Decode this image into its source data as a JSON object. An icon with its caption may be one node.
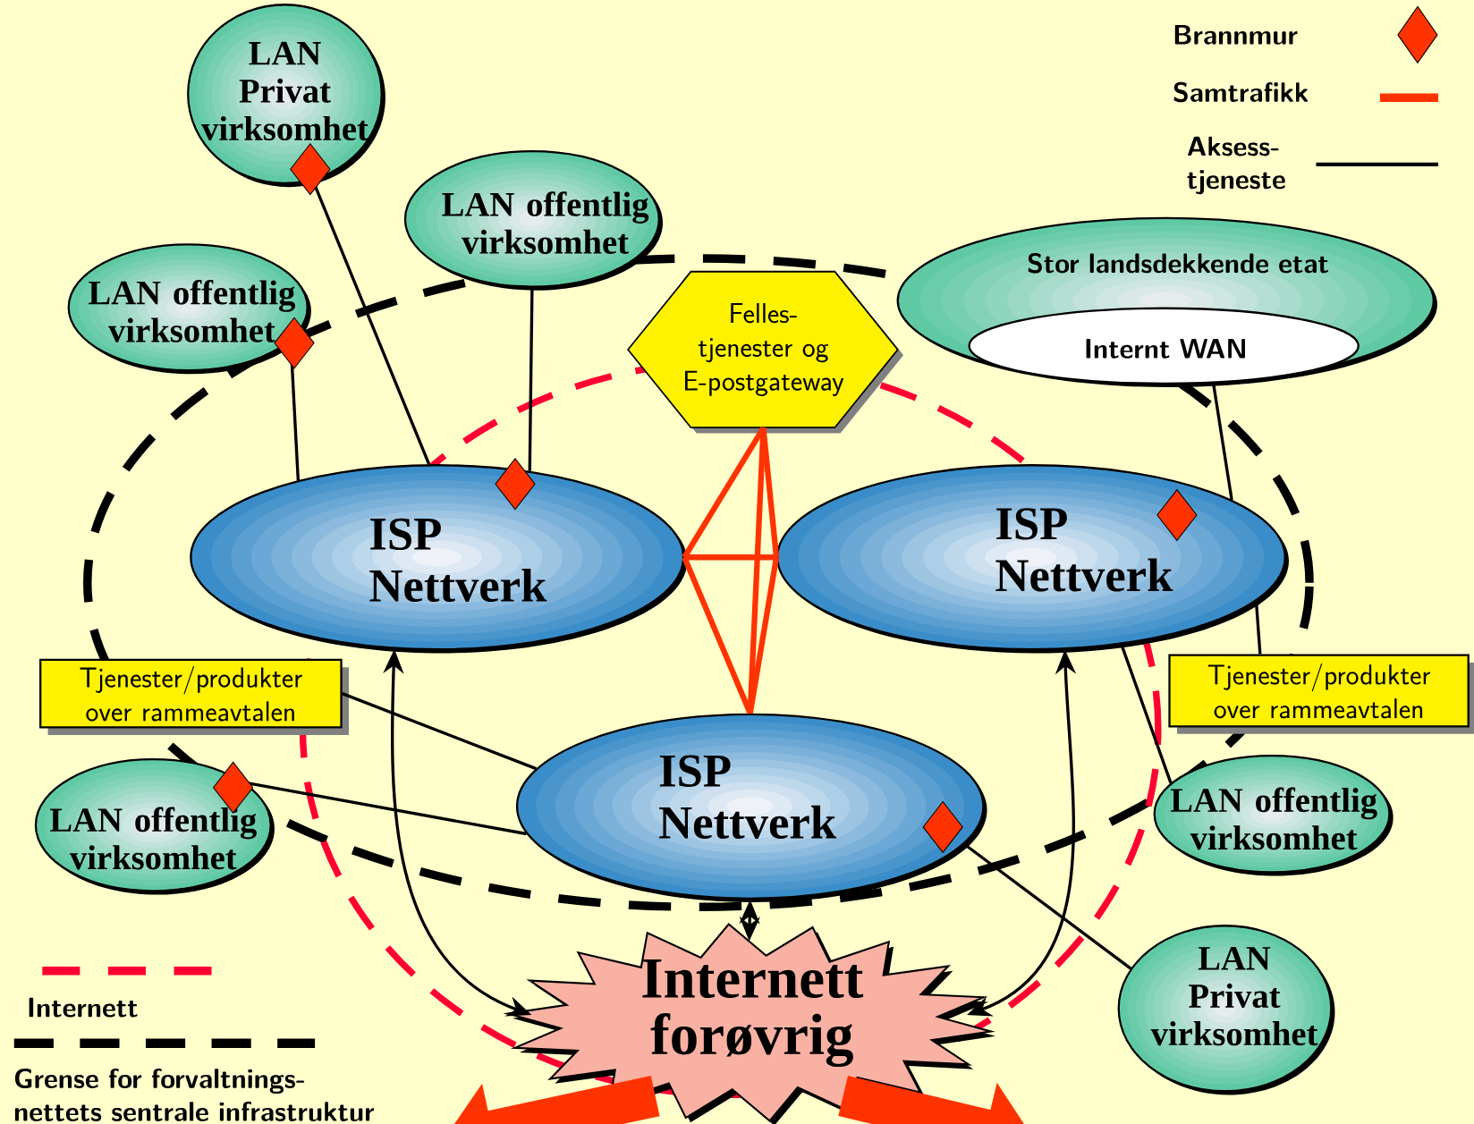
{
  "diagram": {
    "nodes": [
      {
        "text": [
          "LAN Privat virksomhet"
        ]
      },
      {
        "text": [
          "LAN offentlig virksomhet"
        ]
      },
      {
        "text": [
          "LAN offentlig virksomhet"
        ]
      },
      {
        "text": [
          "Stor landsdekkende etat"
        ]
      },
      {
        "text": [
          "Internt WAN"
        ],
        "in": 3
      },
      {
        "text": [
          "Felles- tjenester og E-postgateway"
        ]
      },
      {
        "text": [
          "ISP Nettverk"
        ]
      },
      {
        "text": [
          "ISP Nettverk"
        ]
      },
      {
        "text": [
          "Tjenester/produkter over rammeavtalen"
        ]
      },
      {
        "text": [
          "Tjenester/produkter over rammeavtalen"
        ]
      },
      {
        "text": [
          "ISP Nettverk"
        ]
      },
      {
        "text": [
          "LAN offentlig virksomhet"
        ]
      },
      {
        "text": [
          "LAN offentlig virksomhet"
        ]
      },
      {
        "text": [
          "Internett forøvrig"
        ]
      },
      {
        "text": [
          "LAN Privat virksomhet"
        ]
      }
    ],
    "edges": [
      {
        "from": 0,
        "to": 6,
        "arrow": "none"
      },
      {
        "from": 1,
        "to": 6,
        "arrow": "none"
      },
      {
        "from": 2,
        "to": 6,
        "arrow": "none"
      },
      {
        "from": 4,
        "to": 7,
        "arrow": "none"
      },
      {
        "from": 5,
        "to": 6,
        "arrow": "none",
        "style": "thick",
        "color": "#ff3300"
      },
      {
        "from": 5,
        "to": 7,
        "arrow": "none",
        "style": "thick",
        "color": "#ff3300"
      },
      {
        "from": 6,
        "to": 7,
        "arrow": "none",
        "style": "thick",
        "color": "#ff3300"
      },
      {
        "from": 5,
        "to": 10,
        "arrow": "none",
        "style": "thick",
        "color": "#ff3300"
      },
      {
        "from": 6,
        "to": 10,
        "arrow": "none",
        "style": "thick",
        "color": "#ff3300"
      },
      {
        "from": 7,
        "to": 10,
        "arrow": "none",
        "style": "thick",
        "color": "#ff3300"
      },
      {
        "from": 8,
        "to": 10,
        "arrow": "none"
      },
      {
        "from": 11,
        "to": 10,
        "arrow": "none"
      },
      {
        "from": 9,
        "to": 7,
        "arrow": "none"
      },
      {
        "from": 12,
        "to": 7,
        "arrow": "none"
      },
      {
        "from": 14,
        "to": 10,
        "arrow": "none"
      },
      {
        "from": 13,
        "to": 6,
        "arrow": "both"
      },
      {
        "from": 13,
        "to": 7,
        "arrow": "both"
      },
      {
        "from": 13,
        "to": 10,
        "arrow": "both"
      },
      {
        "from": 13,
        "to": null,
        "arrow": "to",
        "style": "thick",
        "color": "#ff3300"
      },
      {
        "from": 13,
        "to": null,
        "arrow": "to",
        "style": "thick",
        "color": "#ff3300"
      }
    ],
    "legend": [
      {
        "text": "Brannmur"
      },
      {
        "text": "Samtrafikk"
      },
      {
        "text": "Aksess- tjeneste"
      },
      {
        "text": "Internett"
      },
      {
        "text": "Grense for forvaltnings- nettets sentrale infrastruktur"
      }
    ]
  }
}
